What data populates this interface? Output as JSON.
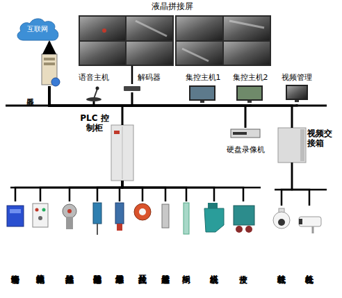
{
  "diagram": {
    "nodes": [
      {
        "text": [
          "互联网"
        ]
      },
      {
        "text": [
          "液晶拼接屏"
        ]
      },
      {
        "text": [
          "服务器"
        ]
      },
      {
        "text": [
          "语音主机"
        ]
      },
      {
        "text": [
          "解码器"
        ]
      },
      {
        "text": [
          "集控主机1"
        ]
      },
      {
        "text": [
          "集控主机2"
        ]
      },
      {
        "text": [
          "视频管理"
        ]
      },
      {
        "text": [
          "PLC 控制柜"
        ]
      },
      {
        "text": [
          "硬盘录像机"
        ]
      },
      {
        "text": [
          "视频交接箱"
        ]
      },
      {
        "text": [
          "语音终端"
        ]
      },
      {
        "text": [
          "就地操作箱"
        ]
      },
      {
        "text": [
          "拉线传感器"
        ]
      },
      {
        "text": [
          "跑偏传感器"
        ]
      },
      {
        "text": [
          "堆煤传感器"
        ]
      },
      {
        "text": [
          "拉线开关"
        ]
      },
      {
        "text": [
          "速度传感器"
        ]
      },
      {
        "text": [
          "闸板"
        ]
      },
      {
        "text": [
          "给煤机"
        ]
      },
      {
        "text": [
          "皮带"
        ]
      },
      {
        "text": [
          "红外球机"
        ]
      },
      {
        "text": [
          "红外枪机"
        ]
      }
    ],
    "edges": [
      {
        "from": 2,
        "to": 0,
        "arrow": "to"
      },
      {
        "from": 4,
        "to": 1,
        "arrow": "none"
      },
      {
        "from": 2,
        "to": 3,
        "arrow": "none"
      },
      {
        "from": 2,
        "to": 4,
        "arrow": "none"
      },
      {
        "from": 2,
        "to": 5,
        "arrow": "none"
      },
      {
        "from": 2,
        "to": 6,
        "arrow": "none"
      },
      {
        "from": 2,
        "to": 7,
        "arrow": "none"
      },
      {
        "from": 2,
        "to": 8,
        "arrow": "none"
      },
      {
        "from": 2,
        "to": 9,
        "arrow": "none"
      },
      {
        "from": 2,
        "to": 10,
        "arrow": "none"
      },
      {
        "from": 8,
        "to": 11,
        "arrow": "none"
      },
      {
        "from": 8,
        "to": 12,
        "arrow": "none"
      },
      {
        "from": 8,
        "to": 13,
        "arrow": "none"
      },
      {
        "from": 8,
        "to": 14,
        "arrow": "none"
      },
      {
        "from": 8,
        "to": 15,
        "arrow": "none"
      },
      {
        "from": 8,
        "to": 16,
        "arrow": "none"
      },
      {
        "from": 8,
        "to": 17,
        "arrow": "none"
      },
      {
        "from": 8,
        "to": 18,
        "arrow": "none"
      },
      {
        "from": 8,
        "to": 19,
        "arrow": "none"
      },
      {
        "from": 8,
        "to": 20,
        "arrow": "none"
      },
      {
        "from": 10,
        "to": 21,
        "arrow": "none"
      },
      {
        "from": 10,
        "to": 22,
        "arrow": "none"
      }
    ]
  }
}
